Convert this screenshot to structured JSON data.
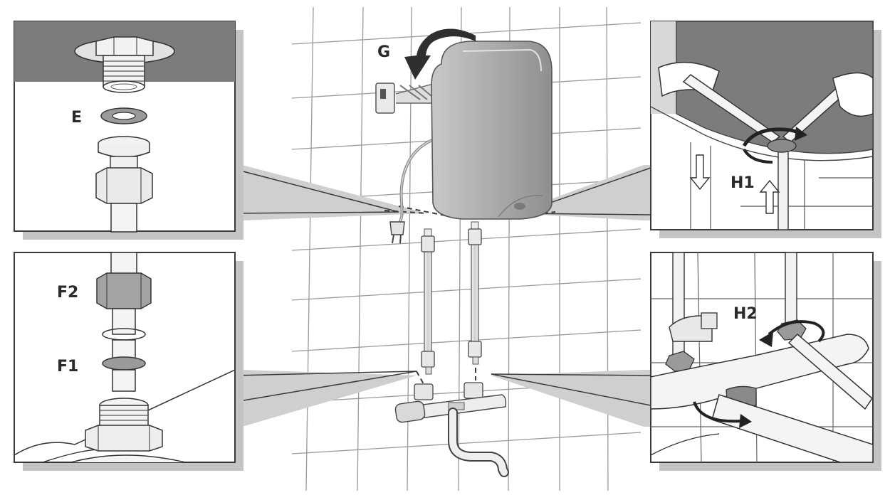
{
  "labels": {
    "E": "E",
    "F1": "F1",
    "F2": "F2",
    "G": "G",
    "H1": "H1",
    "H2": "H2"
  },
  "colors": {
    "line": "#3a3a3a",
    "panel_shadow": "#bfbfbf",
    "heater_body": "#b4b4b4",
    "dark_fill": "#8a8a8a",
    "light_fill": "#e6e6e6",
    "background": "#ffffff"
  },
  "icons": {
    "rotate_arrow": "curved-arrow-icon",
    "down_arrow": "arrow-down-icon",
    "up_arrow": "arrow-up-icon",
    "plug": "plug-icon",
    "wrench": "wrench-icon"
  }
}
